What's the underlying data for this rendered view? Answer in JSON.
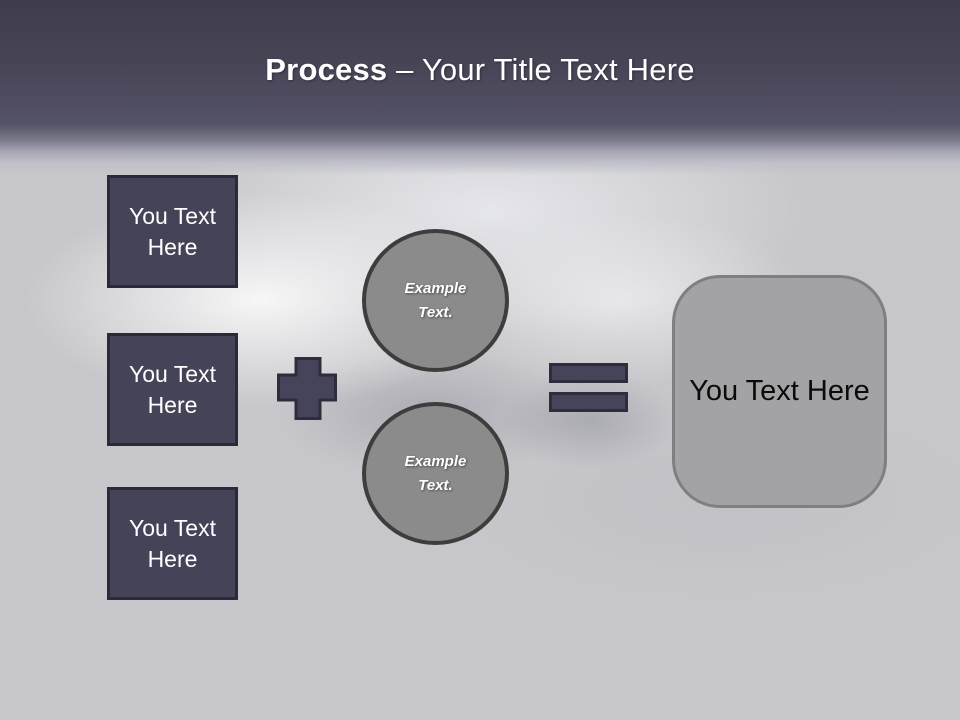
{
  "title": {
    "emphasis": "Process",
    "rest": "– Your Title Text Here"
  },
  "inputs": [
    {
      "label": "You Text Here"
    },
    {
      "label": "You Text Here"
    },
    {
      "label": "You Text Here"
    }
  ],
  "circles": [
    {
      "label": "Example Text."
    },
    {
      "label": "Example Text."
    }
  ],
  "result": {
    "label": "You Text Here"
  },
  "icons": {
    "plus": "plus-icon",
    "equals": "equals-icon"
  },
  "colors": {
    "header_dark": "#3f3d4d",
    "header_mid": "#555366",
    "shape_fill": "#454358",
    "shape_border": "#2b2a38",
    "circle_fill": "#8b8b8b",
    "circle_border": "#3d3d3d",
    "result_fill": "#a3a2a5",
    "result_border": "#7f7e81",
    "background": "#c7c7cb",
    "title_text": "#ffffff",
    "result_text": "#0b0b0b"
  }
}
